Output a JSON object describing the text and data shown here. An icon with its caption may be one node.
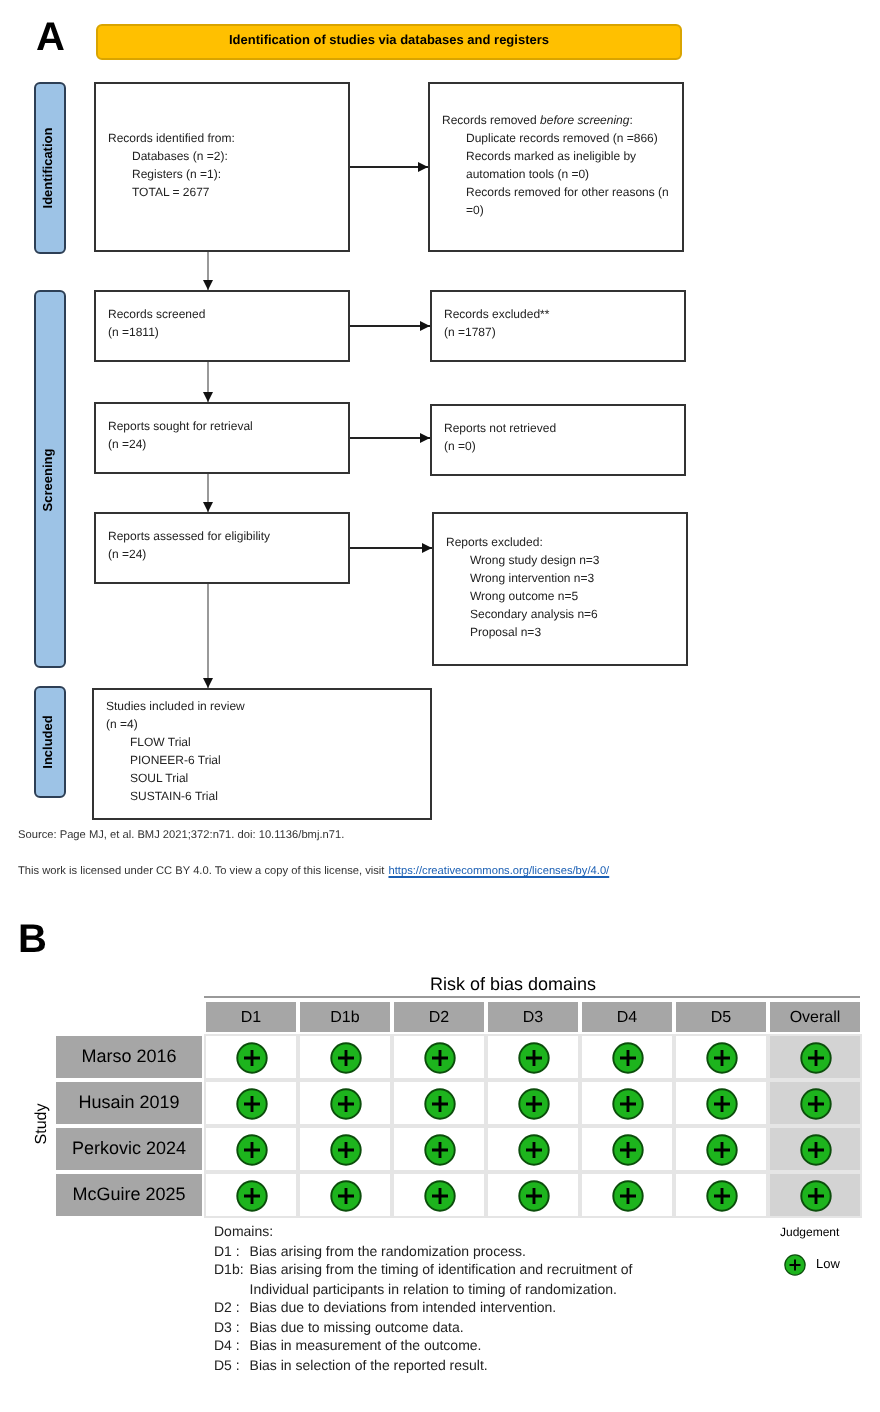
{
  "diagram": {
    "nodes": [
      {
        "text": [
          "Identification of studies via databases and registers"
        ]
      },
      {
        "text": [
          "Identification"
        ]
      },
      {
        "text": [
          "Records identified from:",
          "Databases (n =2):",
          "Registers (n =1):",
          "TOTAL = 2677"
        ]
      },
      {
        "text": [
          "Records removed *before screening*:",
          "Duplicate records removed (n =866)",
          "Records marked as ineligible by automation tools (n =0)",
          "Records removed for other reasons (n =0)"
        ]
      },
      {
        "text": [
          "Screening"
        ]
      },
      {
        "text": [
          "Records screened",
          "(n =1811)"
        ]
      },
      {
        "text": [
          "Records excluded**",
          "(n =1787)"
        ]
      },
      {
        "text": [
          "Reports sought for retrieval",
          "(n =24)"
        ]
      },
      {
        "text": [
          "Reports not retrieved",
          "(n =0)"
        ]
      },
      {
        "text": [
          "Reports assessed for eligibility",
          "(n =24)"
        ]
      },
      {
        "text": [
          "Reports excluded:",
          "Wrong study design n=3",
          "Wrong intervention n=3",
          "Wrong outcome n=5",
          "Secondary analysis n=6",
          "Proposal n=3"
        ]
      },
      {
        "text": [
          "Included"
        ]
      },
      {
        "text": [
          "Studies included in review",
          "(n =4)",
          "FLOW Trial",
          "PIONEER-6 Trial",
          "SOUL Trial",
          "SUSTAIN-6 Trial"
        ]
      }
    ],
    "edges": [
      {
        "from": 2,
        "to": 3,
        "arrow": "to"
      },
      {
        "from": 2,
        "to": 5,
        "arrow": "to",
        "color": "#999999"
      },
      {
        "from": 5,
        "to": 6,
        "arrow": "to"
      },
      {
        "from": 5,
        "to": 7,
        "arrow": "to",
        "color": "#999999"
      },
      {
        "from": 7,
        "to": 8,
        "arrow": "to"
      },
      {
        "from": 7,
        "to": 9,
        "arrow": "to",
        "color": "#999999"
      },
      {
        "from": 9,
        "to": 10,
        "arrow": "to"
      },
      {
        "from": 9,
        "to": 12,
        "arrow": "to",
        "color": "#999999"
      }
    ],
    "labels": [
      "A",
      "Source: Page MJ, et al. BMJ 2021;372:n71. doi: 10.1136/bmj.n71.",
      "This work is licensed under CC BY 4.0. To view a copy of this license, visit",
      "https://creativecommons.org/licenses/by/4.0/",
      "B",
      "Risk of bias domains",
      "D1",
      "D1b",
      "D2",
      "D3",
      "D4",
      "D5",
      "Overall",
      "Study",
      "Marso 2016",
      "Husain 2019",
      "Perkovic 2024",
      "McGuire 2025",
      "Domains:",
      "D1 :",
      "Bias arising from the randomization process.",
      "D1b:",
      "Bias arising from the timing of identification and recruitment of Individual participants in relation to timing of randomization.",
      "D2 :",
      "Bias due to deviations from intended intervention.",
      "D3 :",
      "Bias due to missing outcome data.",
      "D4 :",
      "Bias in measurement of the outcome.",
      "D5 :",
      "Bias in selection of the reported result.",
      "Judgement"
    ],
    "legend": [
      {
        "text": "Low",
        "color": "#1db41d"
      }
    ]
  }
}
